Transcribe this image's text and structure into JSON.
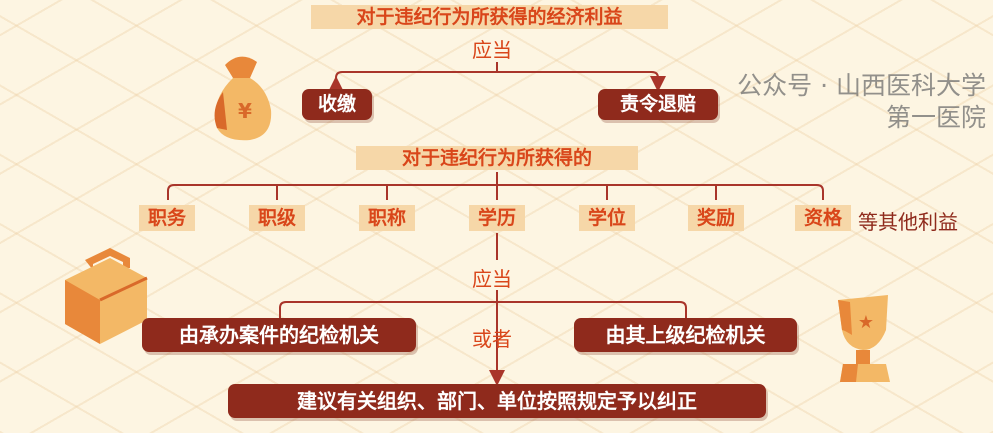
{
  "section1": {
    "title": "对于违纪行为所获得的经济利益",
    "should": "应当",
    "options": [
      "收缴",
      "责令退赔"
    ]
  },
  "section2": {
    "title": "对于违纪行为所获得的",
    "items": [
      "职务",
      "职级",
      "职称",
      "学历",
      "学位",
      "奖励",
      "资格"
    ],
    "suffix": "等其他利益",
    "should": "应当",
    "left_box": "由承办案件的纪检机关",
    "or": "或者",
    "right_box": "由其上级纪检机关",
    "result": "建议有关组织、部门、单位按照规定予以纠正"
  },
  "watermark": "公众号 · 山西医科大学第一医院",
  "colors": {
    "dark_red": "#8f2a1c",
    "orange": "#d9461a",
    "highlight": "#f6d7a8",
    "line": "#a9352a",
    "background": "#fdf5e2"
  },
  "icons": [
    "money-bag-icon",
    "briefcase-icon",
    "trophy-icon"
  ]
}
